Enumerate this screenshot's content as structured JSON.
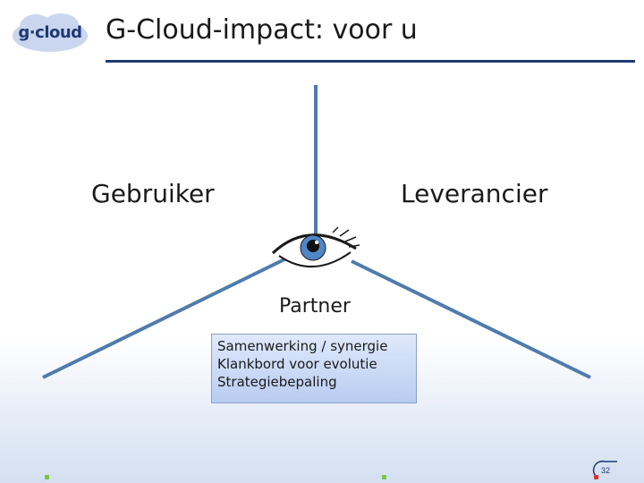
{
  "logo": {
    "text": "g·cloud"
  },
  "slide": {
    "title": "G-Cloud-impact: voor u"
  },
  "diagram": {
    "left_label": "Gebruiker",
    "right_label": "Leverancier",
    "center_label": "Partner",
    "eye_icon": "eye-icon",
    "items": [
      "Samenwerking / synergie",
      "Klankbord voor evolutie",
      "Strategiebepaling"
    ]
  },
  "footer": {
    "page_number": "32"
  },
  "colors": {
    "line": "#4f7cac",
    "title_rule": "#1f3a72",
    "box_fill": "#c9d8f5",
    "green_dot": "#7dc242",
    "red_dot": "#e03030"
  }
}
